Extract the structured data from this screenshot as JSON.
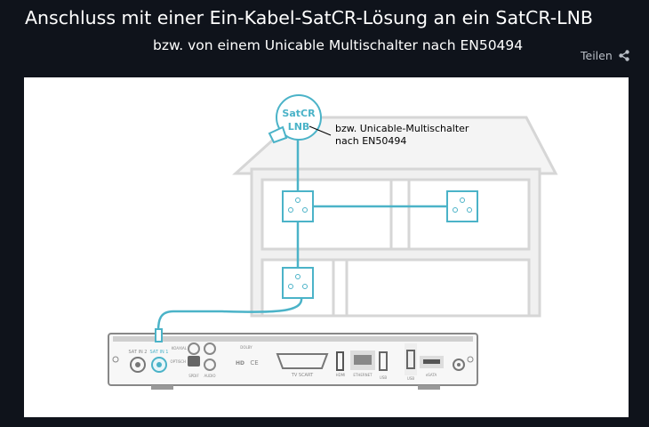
{
  "header": {
    "title": "Anschluss mit einer Ein-Kabel-SatCR-Lösung an ein SatCR-LNB",
    "subtitle": "bzw. von einem Unicable Multischalter nach EN50494",
    "share_label": "Teilen",
    "share_icon": "share-icon"
  },
  "diagram": {
    "lnb_line1": "SatCR",
    "lnb_line2": "LNB",
    "annotation_line1": "bzw. Unicable-Multischalter",
    "annotation_line2": "nach EN50494",
    "receiver": {
      "sat_in_2": "SAT IN 2",
      "sat_in_1": "SAT IN 1",
      "koaxial": "KOAXIAL",
      "optisch": "OPTISCH",
      "spdif": "SPDIF",
      "audio": "AUDIO",
      "scart": "TV SCART",
      "hdmi": "HDMI",
      "ethernet": "ETHERNET",
      "usb1": "USB",
      "usb2": "USB",
      "esata": "eSATA",
      "dolby": "DOLBY",
      "hd": "HD",
      "ce": "CE"
    },
    "accent_color": "#4bb3c8"
  }
}
